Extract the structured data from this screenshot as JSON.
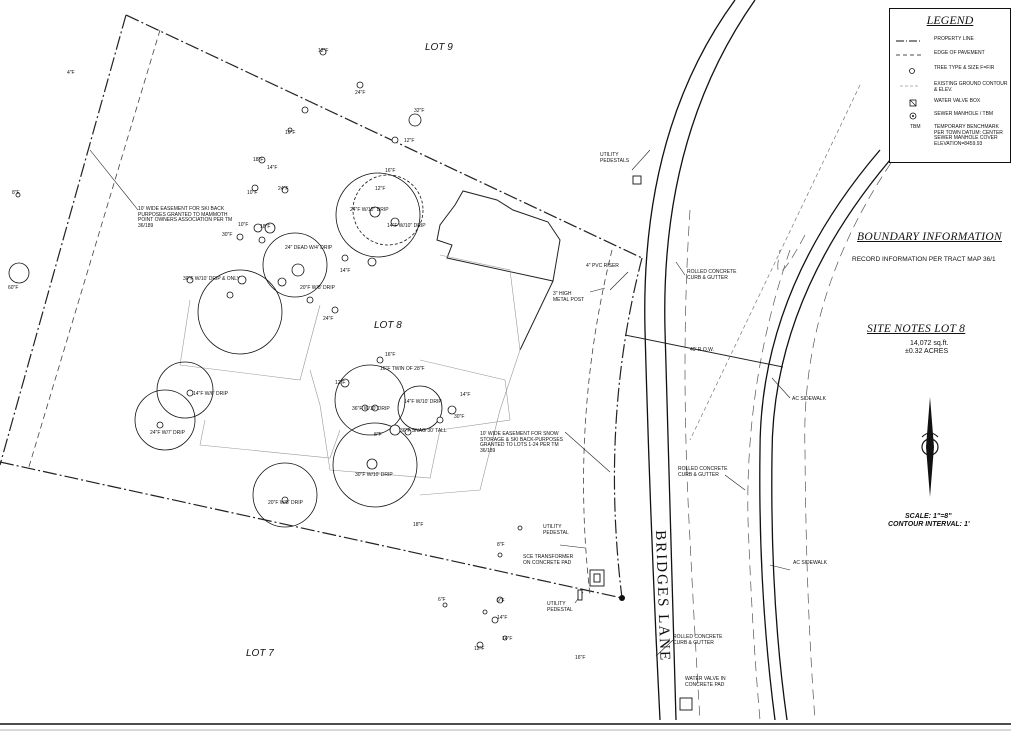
{
  "legend": {
    "title": "LEGEND",
    "rows": [
      {
        "symbol": "property-line",
        "text": "PROPERTY LINE"
      },
      {
        "symbol": "edge-of-pavement",
        "text": "EDGE OF PAVEMENT"
      },
      {
        "symbol": "tree-icon",
        "text": "TREE TYPE & SIZE F=FIR"
      },
      {
        "symbol": "contour-icon",
        "text": "EXISTING GROUND CONTOUR & ELEV."
      },
      {
        "symbol": "water-valve-icon",
        "text": "WATER VALVE BOX"
      },
      {
        "symbol": "manhole-icon",
        "text": "SEWER MANHOLE / TBM"
      },
      {
        "symbol": "tbm-text",
        "text": "TEMPORARY BENCHMARK PER TOWN DATUM: CENTER SEWER MANHOLE COVER ELEVATION=8459.93"
      }
    ],
    "tbm_label": "TBM"
  },
  "boundary": {
    "title": "BOUNDARY INFORMATION",
    "subtitle": "RECORD INFORMATION PER TRACT MAP 36/1"
  },
  "site_notes": {
    "title": "SITE NOTES LOT 8",
    "area_sqft": "14,072 sq.ft.",
    "area_acres": "±0.32 ACRES"
  },
  "scale": {
    "scale_text": "SCALE: 1\"=8\"",
    "contour_text": "CONTOUR INTERVAL: 1'"
  },
  "lots": {
    "lot9": "LOT 9",
    "lot8": "LOT 8",
    "lot7": "LOT 7"
  },
  "street": "BRIDGES LANE",
  "notes": {
    "easement_ski": "10' WIDE EASEMENT FOR SKI BACK PURPOSES GRANTED TO MAMMOTH POINT OWNERS ASSOCIATION PER TM 36/189",
    "easement_snow": "10' WIDE EASEMENT FOR SNOW STORAGE & SKI BACK-PURPOSES GRANTED TO LOTS 1-24 PER TM 36/189",
    "utility_pedestal_top": "UTILITY PEDESTALS",
    "pvc_riser": "4\" PVC RISER",
    "metal_post": "3\" HIGH METAL POST",
    "rolled_curb_1": "ROLLED CONCRETE CURB & GUTTER",
    "rolled_curb_2": "ROLLED CONCRETE CURB & GUTTER",
    "rolled_curb_3": "ROLLED CONCRETE CURB & GUTTER",
    "row": "40' R.O.W.",
    "ac_sidewalk_1": "AC SIDEWALK",
    "ac_sidewalk_2": "AC SIDEWALK",
    "utility_pedestal_mid": "UTILITY PEDESTAL",
    "sce_transformer": "SCE TRANSFORMER ON CONCRETE PAD",
    "utility_pedestal_low": "UTILITY PEDESTAL",
    "water_valve": "WATER VALVE IN CONCRETE PAD"
  },
  "trees": [
    {
      "label": "24\"F W/10\" DRIP"
    },
    {
      "label": "14\"F W/10\" DRIP"
    },
    {
      "label": "24\" DEAD W/4' DRIP"
    },
    {
      "label": "20\"F W/8' DRIP"
    },
    {
      "label": "30\"F W/10' DRIP & ONLY"
    },
    {
      "label": "14\"F W/6' DRIP"
    },
    {
      "label": "24\"F W/7' DRIP"
    },
    {
      "label": "16\"F TWIN OF 28\"F"
    },
    {
      "label": "36\"F W/10' DRIP"
    },
    {
      "label": "14\"F W/10' DRIP"
    },
    {
      "label": "30\"F W/10' DRIP"
    },
    {
      "label": "20\"F W/8' DRIP"
    },
    {
      "label": "36\"F SNAG 30' TALL"
    }
  ],
  "tree_sizes": [
    "12\"F",
    "24\"F",
    "32\"F",
    "12\"F",
    "10\"F",
    "18\"F",
    "14\"F",
    "16\"F",
    "24\"F",
    "10\"F",
    "8\"F",
    "18\"F",
    "10\"F",
    "30\"F",
    "60\"F",
    "12\"F",
    "14\"F",
    "24\"F",
    "12\"F",
    "30\"F",
    "14\"F",
    "18\"F",
    "6\"F",
    "14\"F",
    "12\"F",
    "16\"F",
    "8\"F",
    "4\"F",
    "9\"F",
    "14\"F",
    "16\"F",
    "8\"F"
  ]
}
